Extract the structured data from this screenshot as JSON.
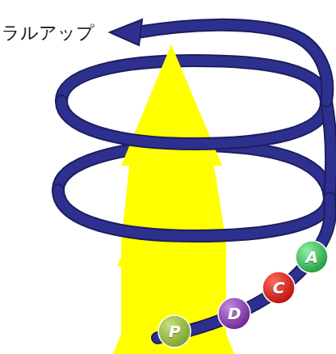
{
  "diagram": {
    "nodes": [
      {
        "text": [
          "P"
        ]
      },
      {
        "text": [
          "D"
        ]
      },
      {
        "text": [
          "C"
        ]
      },
      {
        "text": [
          "A"
        ]
      }
    ],
    "labels": [
      "ラルアップ"
    ]
  }
}
